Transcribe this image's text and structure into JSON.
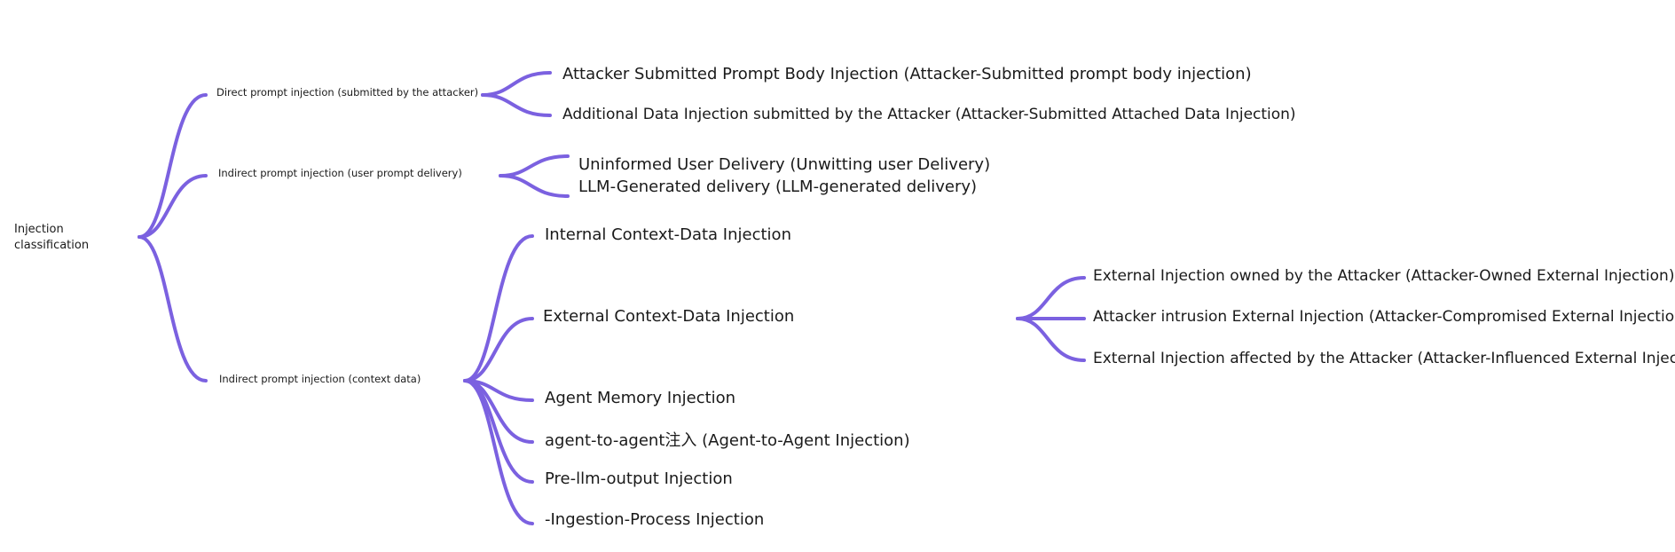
{
  "diagram": {
    "type": "mindmap",
    "line_color": "#7b61e0",
    "root": {
      "label": "Injection classification"
    },
    "branches": [
      {
        "label": "Direct prompt injection (submitted by the attacker)",
        "children": [
          {
            "label": "Attacker Submitted Prompt Body Injection (Attacker-Submitted prompt body injection)"
          },
          {
            "label": "Additional Data Injection submitted by the Attacker (Attacker-Submitted Attached Data Injection)"
          }
        ]
      },
      {
        "label": "Indirect prompt injection (user prompt delivery)",
        "children": [
          {
            "label": "Uninformed User Delivery (Unwitting user Delivery)"
          },
          {
            "label": "LLM-Generated delivery (LLM-generated delivery)"
          }
        ]
      },
      {
        "label": "Indirect prompt injection (context data)",
        "children": [
          {
            "label": "Internal Context-Data Injection"
          },
          {
            "label": "External Context-Data Injection",
            "children": [
              {
                "label": "External Injection owned by the Attacker (Attacker-Owned External Injection)"
              },
              {
                "label": "Attacker intrusion External Injection (Attacker-Compromised External Injection)"
              },
              {
                "label": "External Injection affected by the Attacker (Attacker-Influenced External Injection)"
              }
            ]
          },
          {
            "label": "Agent Memory Injection"
          },
          {
            "label": "agent-to-agent注入 (Agent-to-Agent Injection)"
          },
          {
            "label": "Pre-llm-output Injection"
          },
          {
            "label": "-Ingestion-Process Injection"
          }
        ]
      }
    ]
  }
}
